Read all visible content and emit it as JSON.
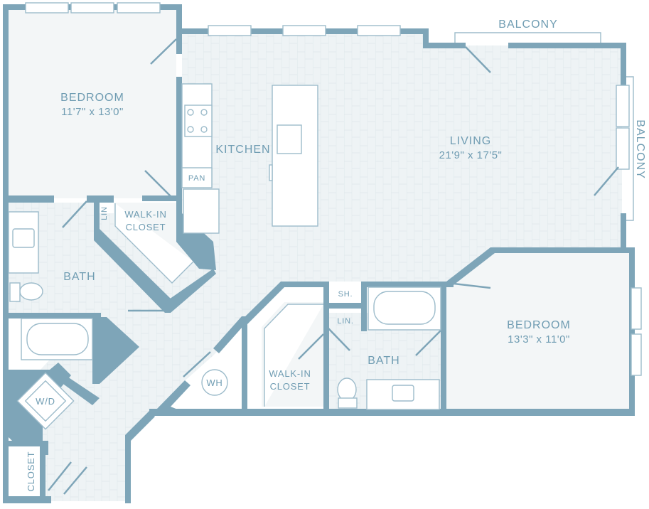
{
  "colors": {
    "wall": "#7ea5b8",
    "floor_plank": "#e9f0f3",
    "carpet": "#f2f5f6",
    "fixture_line": "#9dbccb",
    "text": "#6f9cb2"
  },
  "rooms": {
    "bedroom1": {
      "name": "BEDROOM",
      "dims": "11'7\" x 13'0\""
    },
    "kitchen": {
      "name": "KITCHEN"
    },
    "pantry": {
      "name": "PAN"
    },
    "living": {
      "name": "LIVING",
      "dims": "21'9\" x 17'5\""
    },
    "balcony_top": {
      "name": "BALCONY"
    },
    "balcony_right": {
      "name": "BALCONY"
    },
    "linen1": {
      "name": "LIN"
    },
    "walkin1": {
      "line1": "WALK-IN",
      "line2": "CLOSET"
    },
    "bath1": {
      "name": "BATH"
    },
    "washer_dryer": {
      "name": "W/D"
    },
    "closet": {
      "name": "CLOSET"
    },
    "water_heater": {
      "name": "WH"
    },
    "walkin2": {
      "line1": "WALK-IN",
      "line2": "CLOSET"
    },
    "shower": {
      "name": "SH."
    },
    "linen2": {
      "name": "LIN."
    },
    "bath2": {
      "name": "BATH"
    },
    "bedroom2": {
      "name": "BEDROOM",
      "dims": "13'3\" x 11'0\""
    }
  }
}
